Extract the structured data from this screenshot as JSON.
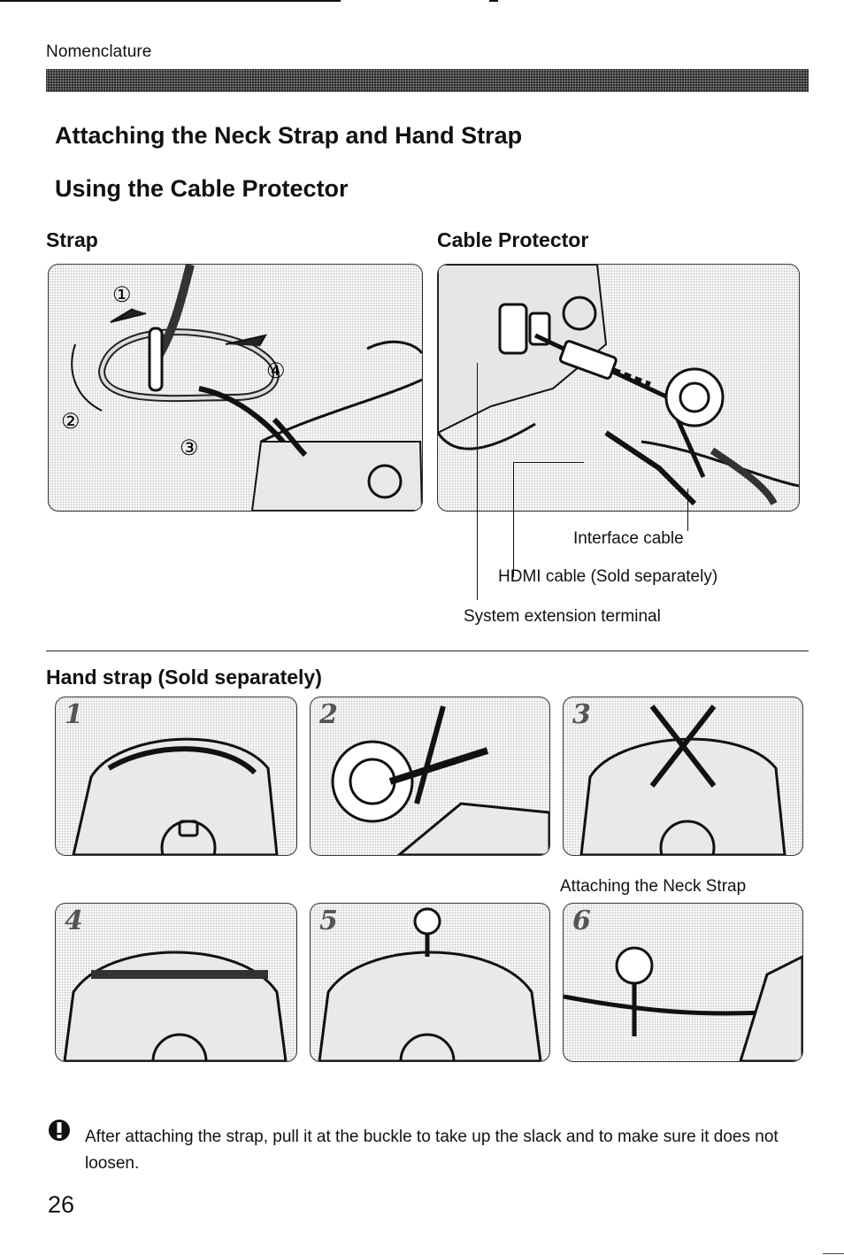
{
  "header": {
    "section": "Nomenclature"
  },
  "titles": {
    "title1": "Attaching the Neck Strap and Hand Strap",
    "title2": "Using the Cable Protector"
  },
  "strap": {
    "heading": "Strap",
    "markers": [
      "①",
      "②",
      "③",
      "④"
    ]
  },
  "cable": {
    "heading": "Cable Protector",
    "labels": {
      "interface": "Interface cable",
      "hdmi": "HDMI cable (Sold separately)",
      "terminal": "System extension terminal"
    }
  },
  "hand": {
    "heading": "Hand strap (Sold separately)",
    "steps": [
      "1",
      "2",
      "3",
      "4",
      "5",
      "6"
    ],
    "caption": "Attaching the Neck Strap"
  },
  "note": {
    "icon": "caution-icon",
    "text": "After attaching the strap, pull it at the buckle to take up the slack and to make sure it does not loosen."
  },
  "footer": {
    "page_number": "26"
  }
}
